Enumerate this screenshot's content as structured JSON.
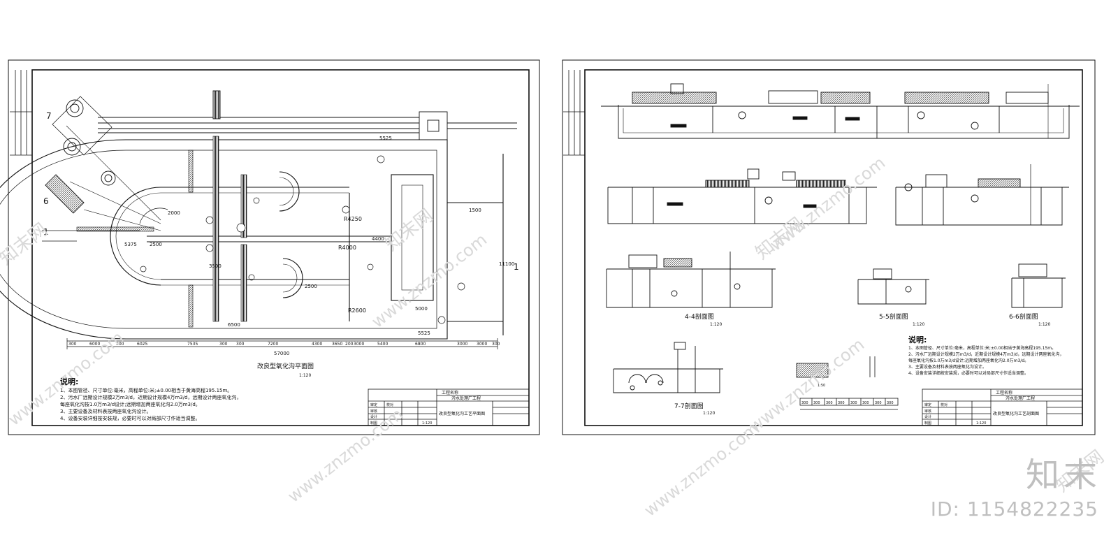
{
  "left_sheet": {
    "title": "改良型氧化沟平面图",
    "scale": "1:120",
    "dims_bottom": [
      "300",
      "6000",
      "300",
      "6025",
      "7535",
      "300",
      "300",
      "7200",
      "4300",
      "3650",
      "200",
      "3000",
      "5400",
      "6800",
      "3000",
      "3000",
      "300"
    ],
    "total_length": "57000",
    "labels": {
      "r4250": "R4250",
      "r4000": "R4000",
      "r2600": "R2600",
      "d5375": "5375",
      "d2500a": "2500",
      "d2500b": "2500",
      "d2000": "2000",
      "d5525a": "5525",
      "d5525b": "5525",
      "d1500": "1500",
      "d5000": "5000",
      "d4400": "4400",
      "d11100": "11100",
      "d6500": "6500",
      "d3500": "3500",
      "sec1": "1",
      "sec6": "6",
      "sec7": "7"
    },
    "notes": {
      "heading": "说明:",
      "lines": [
        "1、本图管径、尺寸单位:毫米，高程单位:米;±0.00相当于黄海高程195.15m。",
        "2、污水厂远期设计规模2万m3/d，近期设计规模4万m3/d，远期设计两座氧化沟，",
        "   每座氧化沟按1.0万m3/d设计;远期增加两座氧化沟2.0万m3/d。",
        "3、主要设备及材料表按两座氧化沟设计。",
        "4、设备安装详细按安装规，必要时可以对局部尺寸作适当调整。"
      ]
    },
    "title_block": {
      "project": "工程名称",
      "plant": "污水处理厂工程",
      "drawing": "改良型氧化沟工艺平面图",
      "scale": "1:120",
      "rows": [
        "审定",
        "审核",
        "校对",
        "设计",
        "制图"
      ]
    }
  },
  "right_sheet": {
    "section_titles": [
      "4-4剖面图",
      "5-5剖面图",
      "6-6剖面图",
      "7-7剖面图"
    ],
    "section_scales": [
      "1:120",
      "1:120",
      "1:120",
      "1:120"
    ],
    "small_detail_scale": "1:50",
    "detail_dims": [
      "300",
      "300",
      "300",
      "300",
      "300",
      "300",
      "300",
      "300"
    ],
    "notes": {
      "heading": "说明:",
      "lines": [
        "1、本图管径、尺寸单位:毫米，高程单位:米;±0.00相当于黄海高程195.15m。",
        "2、污水厂远期设计规模2万m3/d，近期设计规模4万m3/d，远期设计两座氧化沟，",
        "   每座氧化沟按1.0万m3/d设计;远期增加两座氧化沟2.0万m3/d。",
        "3、主要设备及材料表按两座氧化沟设计。",
        "4、设备安装详细按安装规，必要时可以对局部尺寸作适当调整。"
      ]
    },
    "title_block": {
      "project": "工程名称",
      "plant": "污水处理厂工程",
      "drawing": "改良型氧化沟工艺剖面图",
      "scale": "1:120",
      "rows": [
        "审定",
        "审核",
        "校对",
        "设计",
        "制图"
      ]
    }
  },
  "watermark": {
    "brand": "知末",
    "image_id": "ID: 1154822235",
    "diag_text": "www.znzmo.com",
    "cn_text": "知末网"
  }
}
